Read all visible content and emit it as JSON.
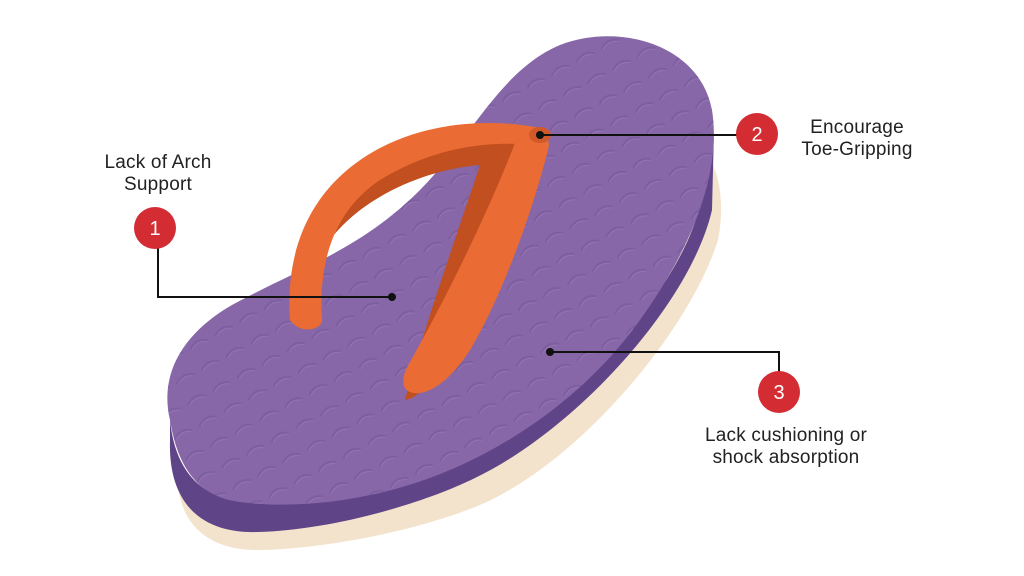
{
  "callouts": [
    {
      "number": "1",
      "text_lines": [
        "Lack of Arch",
        "Support"
      ]
    },
    {
      "number": "2",
      "text_lines": [
        "Encourage",
        "Toe-Gripping"
      ]
    },
    {
      "number": "3",
      "text_lines": [
        "Lack cushioning or",
        "shock absorption"
      ]
    }
  ],
  "colors": {
    "sole_top": "#8767a8",
    "sole_side": "#5f4587",
    "sole_base": "#f3e3cc",
    "strap": "#ea6b33",
    "strap_shadow": "#c24f1f",
    "badge": "#d42c33",
    "leader": "#111111"
  }
}
